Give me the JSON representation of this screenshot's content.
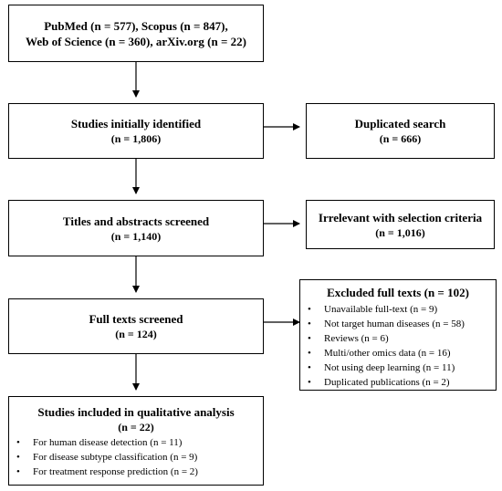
{
  "boxes": {
    "sources": {
      "line1": "PubMed (n = 577), Scopus (n = 847),",
      "line2": "Web of Science (n = 360), arXiv.org (n = 22)"
    },
    "identified": {
      "title": "Studies initially identified",
      "count": "(n = 1,806)"
    },
    "duplicated": {
      "title": "Duplicated search",
      "count": "(n = 666)"
    },
    "screened": {
      "title": "Titles and abstracts screened",
      "count": "(n = 1,140)"
    },
    "irrelevant": {
      "title": "Irrelevant with selection criteria",
      "count": "(n = 1,016)"
    },
    "fulltexts": {
      "title": "Full texts screened",
      "count": "(n = 124)"
    },
    "excluded": {
      "title": "Excluded full texts (n = 102)",
      "items": [
        "Unavailable full-text (n = 9)",
        "Not target human diseases (n = 58)",
        "Reviews (n = 6)",
        "Multi/other omics data (n = 16)",
        "Not using deep learning (n = 11)",
        "Duplicated publications (n = 2)"
      ]
    },
    "included": {
      "title": "Studies included in qualitative analysis",
      "count": "(n = 22)",
      "items": [
        "For human disease detection (n = 11)",
        "For disease subtype classification (n = 9)",
        "For treatment response prediction (n = 2)"
      ]
    }
  }
}
